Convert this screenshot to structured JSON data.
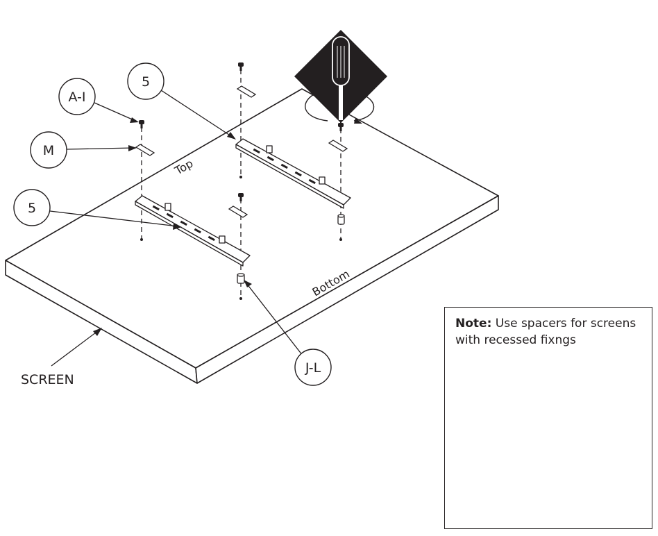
{
  "callouts": {
    "bracket_top": "5",
    "bracket_bottom": "5",
    "screws": "A-I",
    "washer": "M",
    "spacers": "J-L"
  },
  "board": {
    "top_label": "Top",
    "bottom_label": "Bottom"
  },
  "screen_label": "SCREEN",
  "note": {
    "heading": "Note:",
    "text": "Use spacers for screens with recessed fixngs",
    "spacers": [
      "J",
      "K",
      "L"
    ]
  },
  "icons": [
    "screwdriver-icon",
    "rotation-arrow-icon"
  ]
}
